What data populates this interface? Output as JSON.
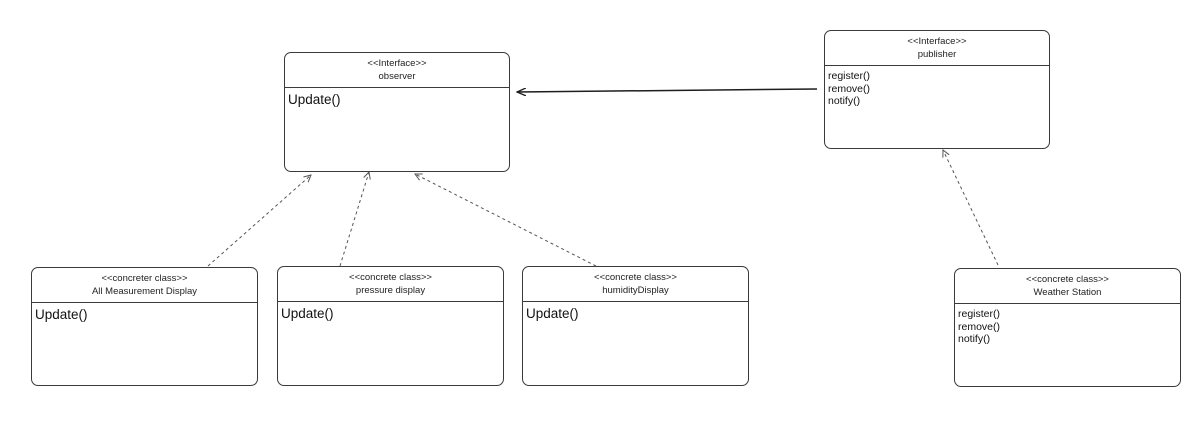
{
  "observer": {
    "stereotype": "<<Interface>>",
    "name": "observer",
    "methods": [
      "Update()"
    ]
  },
  "publisher": {
    "stereotype": "<<Interface>>",
    "name": "publisher",
    "methods": [
      "register()",
      "remove()",
      "notify()"
    ]
  },
  "all_measurement": {
    "stereotype": "<<concreter class>>",
    "name": "All Measurement Display",
    "methods": [
      "Update()"
    ]
  },
  "pressure": {
    "stereotype": "<<concrete class>>",
    "name": "pressure display",
    "methods": [
      "Update()"
    ]
  },
  "humidity": {
    "stereotype": "<<concrete class>>",
    "name": "humidityDisplay",
    "methods": [
      "Update()"
    ]
  },
  "weather": {
    "stereotype": "<<concrete class>>",
    "name": "Weather Station",
    "methods": [
      "register()",
      "remove()",
      "notify()"
    ]
  }
}
